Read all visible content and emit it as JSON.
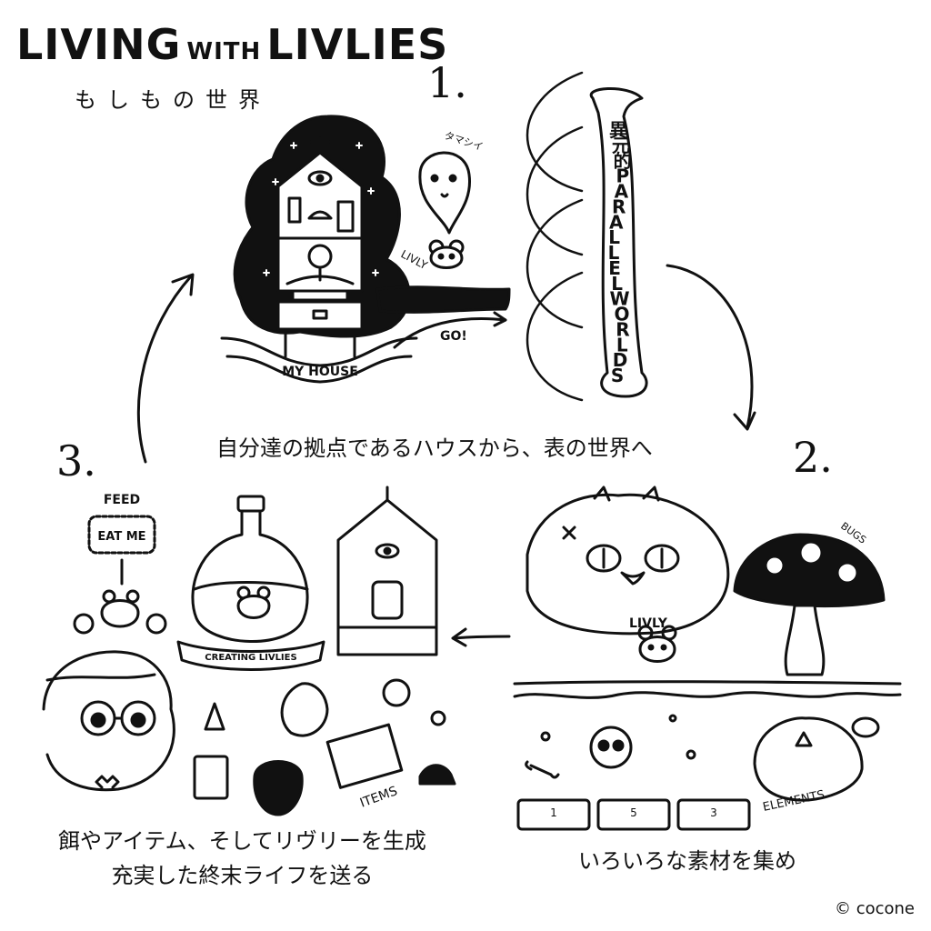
{
  "header": {
    "title_part1": "LIVING",
    "title_part2": "WITH",
    "title_part3": "LIVLIES",
    "subtitle": "もしもの世界"
  },
  "steps": [
    {
      "number": "1.",
      "caption": "自分達の拠点であるハウスから、表の世界へ"
    },
    {
      "number": "2.",
      "caption": "いろいろな素材を集め"
    },
    {
      "number": "3.",
      "caption_line1": "餌やアイテム、そしてリヴリーを生成",
      "caption_line2": "充実した終末ライフを送る"
    }
  ],
  "illustration_labels": {
    "my_house": "MY HOUSE",
    "go": "GO!",
    "livly_small": "LIVLY",
    "tamashii": "タマシイ",
    "scroll_chars": [
      "異",
      "元",
      "的",
      "P",
      "A",
      "R",
      "A",
      "L",
      "L",
      "E",
      "L",
      "W",
      "O",
      "R",
      "L",
      "D",
      "S"
    ],
    "livly": "LIVLY",
    "bugs": "BUGS",
    "slot_numbers": [
      "1",
      "5",
      "3"
    ],
    "elements": "ELEMENTS",
    "feed": "FEED",
    "eat_me": "EAT ME",
    "creating_livlies": "CREATING LIVLIES",
    "items": "ITEMS"
  },
  "footer": {
    "copyright": "© cocone"
  },
  "colors": {
    "ink": "#111111",
    "paper": "#ffffff"
  }
}
